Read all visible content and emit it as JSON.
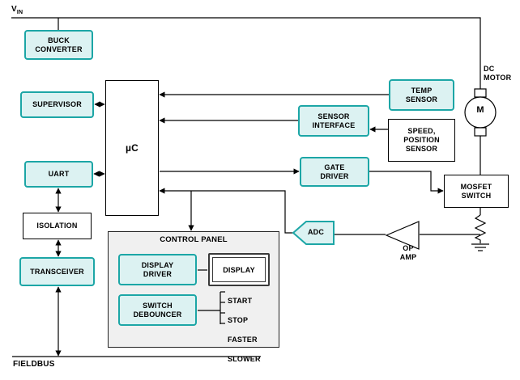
{
  "colors": {
    "teal_border": "#1ca6a6",
    "teal_fill": "#dcf2f2",
    "panel_fill": "#f0f0f0",
    "line": "#000000"
  },
  "vin": {
    "main": "V",
    "sub": "IN"
  },
  "blocks": {
    "buck_converter": "BUCK\nCONVERTER",
    "supervisor": "SUPERVISOR",
    "microcontroller": "µC",
    "uart": "UART",
    "isolation": "ISOLATION",
    "transceiver": "TRANSCEIVER",
    "temp_sensor": "TEMP\nSENSOR",
    "sensor_interface": "SENSOR\nINTERFACE",
    "speed_position_sensor": "SPEED,\nPOSITION\nSENSOR",
    "gate_driver": "GATE\nDRIVER",
    "mosfet_switch": "MOSFET\nSWITCH",
    "dc_motor": "DC\nMOTOR",
    "motor_symbol": "M",
    "adc": "ADC",
    "op_amp": "OP\nAMP"
  },
  "control_panel": {
    "title": "CONTROL PANEL",
    "display_driver": "DISPLAY\nDRIVER",
    "display": "DISPLAY",
    "switch_debouncer": "SWITCH\nDEBOUNCER",
    "buttons": [
      "START",
      "STOP",
      "FASTER",
      "SLOWER"
    ]
  },
  "fieldbus": "FIELDBUS"
}
